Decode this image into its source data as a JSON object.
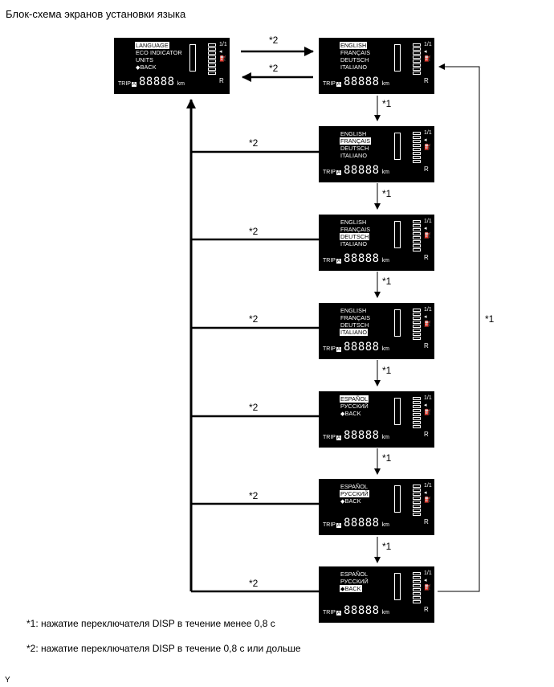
{
  "title": "Блок-схема экранов установки языка",
  "main_screen": {
    "menu": [
      "LANGUAGE",
      "ECO INDICATOR",
      "UNITS",
      "◆BACK"
    ],
    "selected": 0,
    "trip_label": "TRIP",
    "trip_box": "A",
    "trip_value": "88888",
    "trip_unit": "km",
    "gauge_text": "1/1",
    "right_indicator": "R"
  },
  "language_screens": [
    {
      "menu": [
        "ENGLISH",
        "FRANÇAIS",
        "DEUTSCH",
        "ITALIANO"
      ],
      "selected": 0
    },
    {
      "menu": [
        "ENGLISH",
        "FRANÇAIS",
        "DEUTSCH",
        "ITALIANO"
      ],
      "selected": 1
    },
    {
      "menu": [
        "ENGLISH",
        "FRANÇAIS",
        "DEUTSCH",
        "ITALIANO"
      ],
      "selected": 2
    },
    {
      "menu": [
        "ENGLISH",
        "FRANÇAIS",
        "DEUTSCH",
        "ITALIANO"
      ],
      "selected": 3
    },
    {
      "menu": [
        "ESPAÑOL",
        "РУССКИЙ",
        "◆BACK"
      ],
      "selected": 0
    },
    {
      "menu": [
        "ESPAÑOL",
        "РУССКИЙ",
        "◆BACK"
      ],
      "selected": 1
    },
    {
      "menu": [
        "ESPAÑOL",
        "РУССКИЙ",
        "◆BACK"
      ],
      "selected": 2
    }
  ],
  "arrow_labels": {
    "short": "*1",
    "long": "*2"
  },
  "notes": [
    "*1: нажатие переключателя DISP в течение менее 0,8 с",
    "*2: нажатие переключателя DISP в течение 0,8 с или дольше"
  ],
  "corner_mark": "Y"
}
